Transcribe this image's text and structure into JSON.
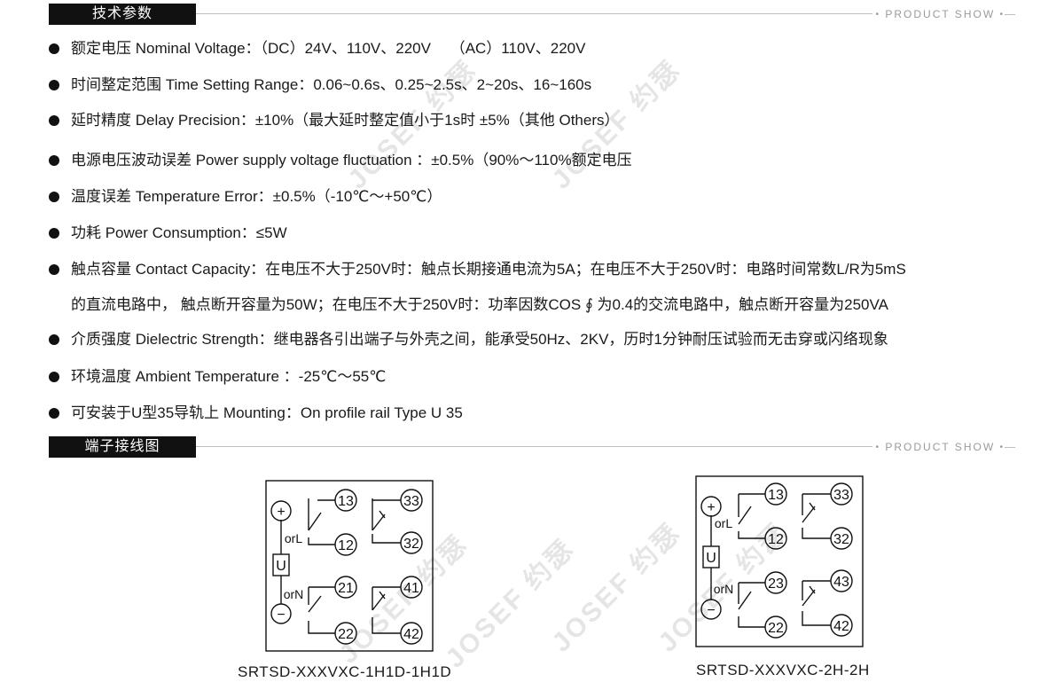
{
  "sections": {
    "tech": {
      "label": "技术参数",
      "tag": "PRODUCT SHOW"
    },
    "wiring": {
      "label": "端子接线图",
      "tag": "PRODUCT SHOW"
    }
  },
  "specs": [
    "额定电压 Nominal Voltage：（DC）24V、110V、220V　 （AC）110V、220V",
    "时间整定范围 Time Setting Range：0.06~0.6s、0.25~2.5s、2~20s、16~160s",
    "延时精度 Delay Precision：±10%（最大延时整定值小于1s时 ±5%（其他 Others）",
    "电源电压波动误差 Power supply voltage fluctuation ：±0.5%（90%～110%额定电压",
    "温度误差 Temperature Error：±0.5%（-10℃～+50℃）",
    "功耗 Power Consumption：≤5W",
    "触点容量 Contact Capacity：在电压不大于250V时：触点长期接通电流为5A；在电压不大于250V时：电路时间常数L/R为5mS",
    "介质强度 Dielectric Strength：继电器各引出端子与外壳之间，能承受50Hz、2KV，历时1分钟耐压试验而无击穿或闪络现象",
    "环境温度 Ambient Temperature ：-25℃～55℃",
    "可安装于U型35导轨上 Mounting：On profile rail Type U 35"
  ],
  "contact_capacity_cont": "的直流电路中， 触点断开容量为50W；在电压不大于250V时：功率因数COS ∮ 为0.4的交流电路中，触点断开容量为250VA",
  "watermark": "JOSEF 约瑟",
  "diagrams": [
    {
      "caption": "SRTSD-XXXVXC-1H1D-1H1D",
      "plus": "+",
      "minus": "−",
      "coil": "U",
      "label_top": "orL",
      "label_bottom": "orN",
      "terminals": [
        "13",
        "12",
        "33",
        "32",
        "21",
        "22",
        "41",
        "42"
      ]
    },
    {
      "caption": "SRTSD-XXXVXC-2H-2H",
      "plus": "+",
      "minus": "−",
      "coil": "U",
      "label_top": "orL",
      "label_bottom": "orN",
      "terminals": [
        "13",
        "12",
        "33",
        "32",
        "23",
        "22",
        "43",
        "42"
      ]
    }
  ]
}
